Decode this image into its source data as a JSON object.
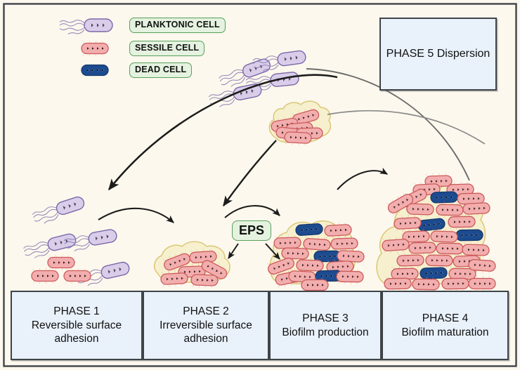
{
  "figure": {
    "title": "Biofilm formation stages diagram",
    "background_color": "#fdf8ed",
    "frame_color": "#3f4449"
  },
  "legend": {
    "items": [
      {
        "label": "PLANKTONIC CELL",
        "cell_type": "planktonic",
        "fill": "#d9cdea",
        "stroke": "#7b69a8",
        "has_flagella": true
      },
      {
        "label": "SESSILE CELL",
        "cell_type": "sessile",
        "fill": "#f2aeae",
        "stroke": "#cc5a5a",
        "has_flagella": false
      },
      {
        "label": "DEAD CELL",
        "cell_type": "dead",
        "fill": "#1d4b8f",
        "stroke": "#16396e",
        "has_flagella": false
      }
    ]
  },
  "eps": {
    "label": "EPS",
    "box_fill": "#e4f2df",
    "box_stroke": "#58a05a"
  },
  "phases": [
    {
      "id": 1,
      "title": "PHASE 1",
      "subtitle": "Reversible surface adhesion"
    },
    {
      "id": 2,
      "title": "PHASE 2",
      "subtitle": "Irreversible surface adhesion"
    },
    {
      "id": 3,
      "title": "PHASE 3",
      "subtitle": "Biofilm production"
    },
    {
      "id": 4,
      "title": "PHASE 4",
      "subtitle": "Biofilm maturation"
    }
  ],
  "phase5": {
    "title": "PHASE 5",
    "subtitle": "Dispersion"
  },
  "colors": {
    "sessile_fill": "#f2aeae",
    "sessile_stroke": "#cc5a5a",
    "planktonic_fill": "#d9cdea",
    "planktonic_stroke": "#7b69a8",
    "dead_fill": "#1d4b8f",
    "dead_stroke": "#16396e",
    "eps_matrix_fill": "#f6f0cf",
    "eps_matrix_stroke": "#dcc97a",
    "arrow_black": "#1c1c1c",
    "arc_grey": "#6d6d6d",
    "phase_box_fill": "#e9f1fb",
    "phase_box_stroke": "#3f4449",
    "label_box_fill": "#e4f2df",
    "label_box_stroke": "#58a05a"
  },
  "cell_counts": {
    "phase1_planktonic": 4,
    "phase1_sessile": 3,
    "phase2_sessile": 6,
    "phase3_sessile": 14,
    "phase3_dead": 3,
    "phase4_sessile": 31,
    "phase4_dead": 4,
    "dispersing_cluster_sessile": 6,
    "dispersing_planktonic": 4
  },
  "arrows": [
    {
      "name": "dispersion-arc-to-phase1",
      "style": "long-black-arc",
      "from": "phase4-top",
      "to": "phase1-left"
    },
    {
      "name": "phase1-to-phase2",
      "style": "short-black-arc",
      "from": "phase1",
      "to": "phase2"
    },
    {
      "name": "phase2-to-phase3",
      "style": "short-black-arc",
      "from": "phase2",
      "to": "phase3"
    },
    {
      "name": "phase3-to-phase4",
      "style": "short-black-arc",
      "from": "phase3",
      "to": "phase4"
    },
    {
      "name": "cluster-detach-arc",
      "style": "black-arc",
      "from": "mid-cluster",
      "to": "phase2-area"
    },
    {
      "name": "grey-dispersal-curve-upper",
      "style": "grey-curve",
      "from": "phase4",
      "to": "phase5"
    },
    {
      "name": "grey-dispersal-curve-lower",
      "style": "grey-curve",
      "from": "phase4",
      "to": "mid-cluster"
    },
    {
      "name": "eps-arrow-left",
      "style": "black-straight",
      "from": "eps-label",
      "to": "phase2-matrix"
    },
    {
      "name": "eps-arrow-right",
      "style": "black-straight",
      "from": "eps-label",
      "to": "phase3-matrix"
    }
  ]
}
